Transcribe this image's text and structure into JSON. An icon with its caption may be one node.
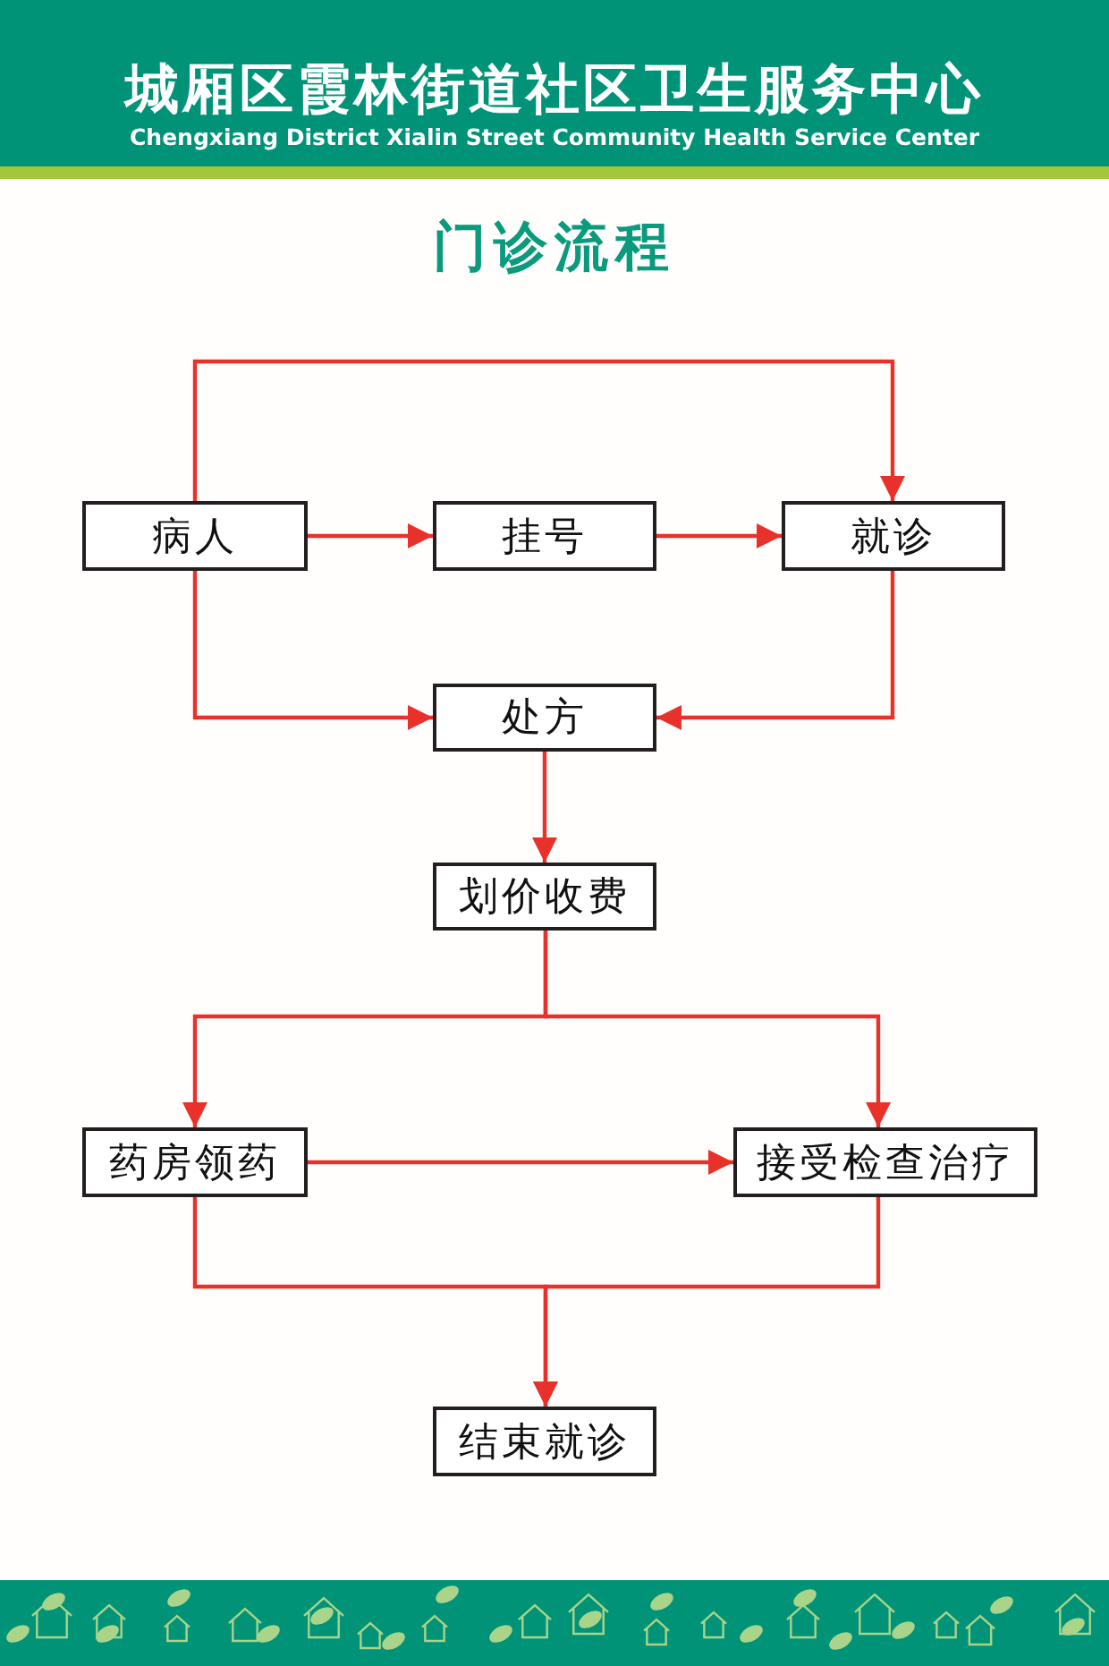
{
  "diagram": {
    "title": "门诊流程",
    "nodes": [
      {
        "text": [
          "病人"
        ]
      },
      {
        "text": [
          "挂号"
        ]
      },
      {
        "text": [
          "就诊"
        ]
      },
      {
        "text": [
          "处方"
        ]
      },
      {
        "text": [
          "划价收费"
        ]
      },
      {
        "text": [
          "药房领药"
        ]
      },
      {
        "text": [
          "接受检查治疗"
        ]
      },
      {
        "text": [
          "结束就诊"
        ]
      }
    ],
    "edges": [
      {
        "from": 0,
        "to": 1,
        "arrow": "to"
      },
      {
        "from": 1,
        "to": 2,
        "arrow": "to"
      },
      {
        "from": 0,
        "to": 2,
        "arrow": "to"
      },
      {
        "from": 0,
        "to": 3,
        "arrow": "to"
      },
      {
        "from": 2,
        "to": 3,
        "arrow": "to"
      },
      {
        "from": 3,
        "to": 4,
        "arrow": "to"
      },
      {
        "from": 4,
        "to": 5,
        "arrow": "to"
      },
      {
        "from": 4,
        "to": 6,
        "arrow": "to"
      },
      {
        "from": 5,
        "to": 6,
        "arrow": "to"
      },
      {
        "from": 5,
        "to": 7,
        "arrow": "to"
      },
      {
        "from": 6,
        "to": 7,
        "arrow": "to"
      }
    ],
    "labels": [
      "城厢区霞林街道社区卫生服务中心",
      "Chengxiang District Xialin Street Community Health Service Center"
    ]
  }
}
